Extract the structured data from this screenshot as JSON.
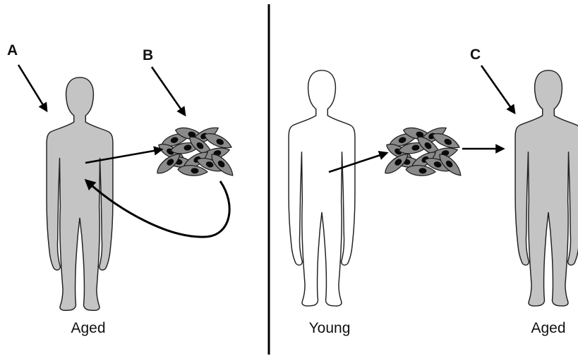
{
  "labels": {
    "a": "A",
    "b": "B",
    "c": "C"
  },
  "captions": {
    "left_figure": "Aged",
    "middle_figure": "Young",
    "right_figure": "Aged"
  },
  "colors": {
    "aged_fill": "#c4c4c4",
    "young_fill": "#ffffff",
    "outline": "#222222",
    "cell_body": "#8a8a8a",
    "cell_nucleus": "#0a0a0a",
    "divider": "#000000"
  }
}
